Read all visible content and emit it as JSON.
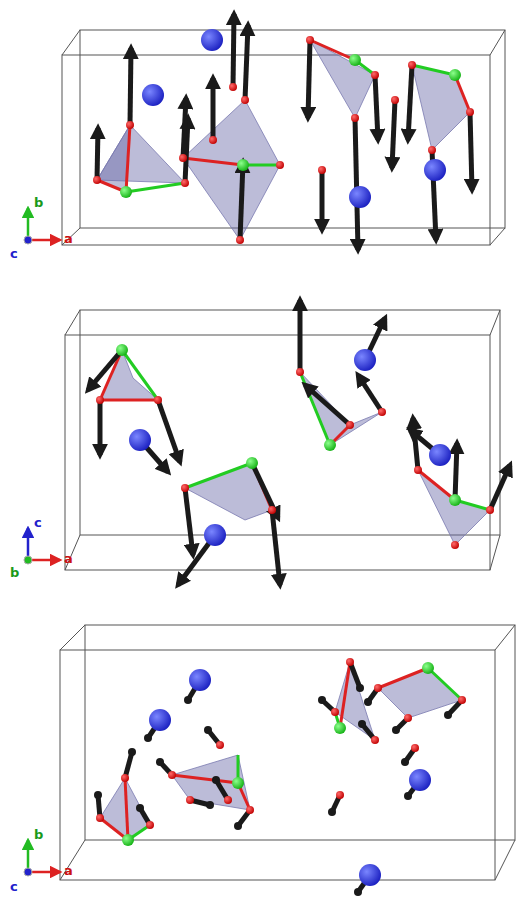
{
  "diagram": {
    "labels": [
      "b",
      "c",
      "a",
      "c",
      "b",
      "a",
      "b",
      "c",
      "a"
    ]
  }
}
